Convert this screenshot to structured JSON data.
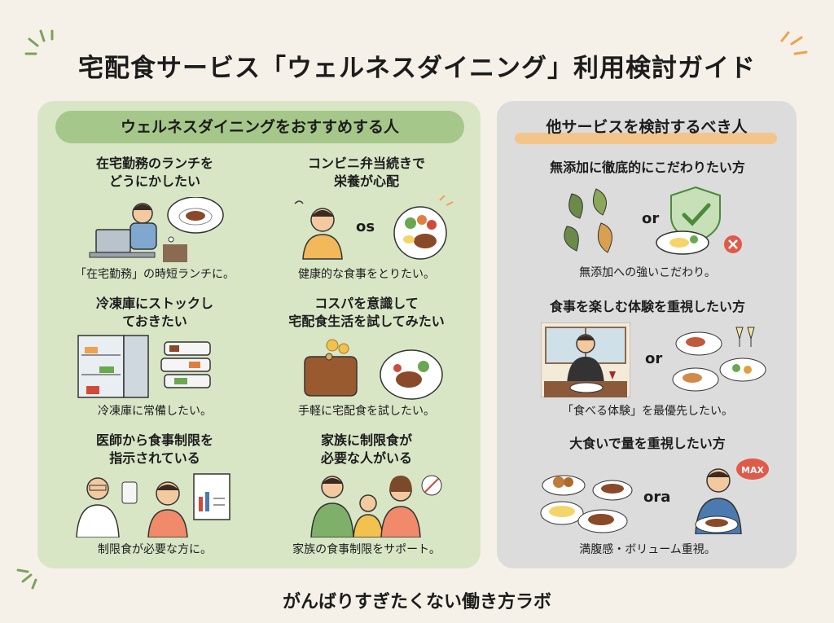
{
  "title": "宅配食サービス「ウェルネスダイニング」利用検討ガイド",
  "left_panel": {
    "heading": "ウェルネスダイニングをおすすめする人",
    "items": [
      {
        "heading": [
          "在宅勤務のランチを",
          "どうにかしたい"
        ],
        "caption": "「在宅勤務」の時短ランチに。",
        "icon": "remote-work-illustration"
      },
      {
        "heading": [
          "コンビニ弁当続きで",
          "栄養が心配"
        ],
        "caption": "健康的な食事をとりたい。",
        "or_label": "os",
        "icon": "convenience-store-lunch-illustration"
      },
      {
        "heading": [
          "冷凍庫にストックし",
          "ておきたい"
        ],
        "caption": "冷凍庫に常備したい。",
        "icon": "freezer-stock-illustration"
      },
      {
        "heading": [
          "コスパを意識して",
          "宅配食生活を試してみたい"
        ],
        "caption": "手軽に宅配食を試したい。",
        "icon": "wallet-meal-illustration"
      },
      {
        "heading": [
          "医師から食事制限を",
          "指示されている"
        ],
        "caption": "制限食が必要な方に。",
        "icon": "doctor-patient-illustration"
      },
      {
        "heading": [
          "家族に制限食が",
          "必要な人がいる"
        ],
        "caption": "家族の食事制限をサポート。",
        "icon": "family-illustration"
      }
    ]
  },
  "right_panel": {
    "heading": "他サービスを検討するべき人",
    "items": [
      {
        "heading": "無添加に徹底的にこだわりたい方",
        "caption": "無添加への強いこだわり。",
        "or_label": "or",
        "icon": "additive-free-illustration"
      },
      {
        "heading": "食事を楽しむ体験を重視したい方",
        "caption": "「食べる体験」を最優先したい。",
        "or_label": "or",
        "icon": "dining-experience-illustration"
      },
      {
        "heading": "大食いで量を重視したい方",
        "caption": "満腹感・ボリューム重視。",
        "or_label": "ora",
        "max_label": "MAX",
        "icon": "big-eater-illustration"
      }
    ]
  },
  "colors": {
    "background": "#f6f1e8",
    "left_panel": "#d8e6c6",
    "left_pill": "#a6c78a",
    "right_panel": "#dcdcdc",
    "right_underline": "#f4c58a"
  },
  "footer": "がんばりすぎたくない働き方ラボ"
}
